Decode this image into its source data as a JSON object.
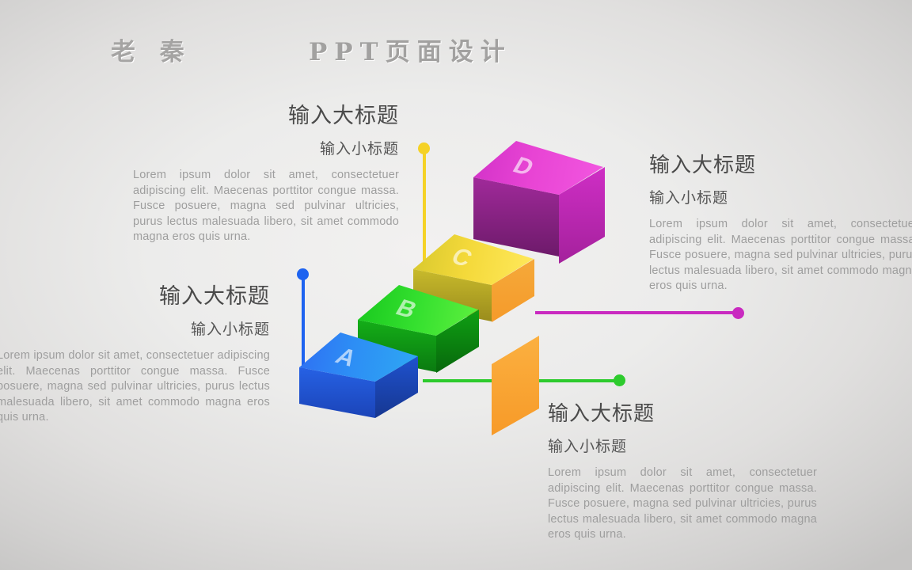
{
  "header": {
    "logo": "老 秦",
    "title": "PPT页面设计"
  },
  "lorem": "Lorem ipsum dolor sit amet, consectetuer adipiscing elit. Maecenas porttitor congue massa. Fusce posuere, magna sed pulvinar ultricies, purus lectus malesuada libero, sit amet commodo magna eros quis urna.",
  "blocks": [
    {
      "id": "top-left",
      "big": "输入大标题",
      "small": "输入小标题",
      "body": "Lorem ipsum dolor sit amet, consectetuer adipiscing elit. Maecenas porttitor congue massa. Fusce posuere, magna sed pulvinar ultricies, purus lectus malesuada libero, sit amet commodo magna eros quis urna."
    },
    {
      "id": "mid-left",
      "big": "输入大标题",
      "small": "输入小标题",
      "body": "Lorem ipsum dolor sit amet, consectetuer adipiscing elit. Maecenas porttitor congue massa. Fusce posuere, magna sed pulvinar ultricies, purus lectus malesuada libero, sit amet commodo magna eros quis urna."
    },
    {
      "id": "right",
      "big": "输入大标题",
      "small": "输入小标题",
      "body": "Lorem ipsum dolor sit amet, consectetuer adipiscing elit. Maecenas porttitor congue massa. Fusce posuere, magna sed pulvinar ultricies, purus lectus malesuada libero, sit amet commodo magna eros quis urna."
    },
    {
      "id": "bottom",
      "big": "输入大标题",
      "small": "输入小标题",
      "body": "Lorem ipsum dolor sit amet, consectetuer adipiscing elit. Maecenas porttitor congue massa. Fusce posuere, magna sed pulvinar ultricies, purus lectus malesuada libero, sit amet commodo magna eros quis urna."
    }
  ],
  "cubes": [
    {
      "label": "A",
      "color": "#2f6ff2"
    },
    {
      "label": "B",
      "color": "#35e02f"
    },
    {
      "label": "C",
      "color": "#f4d93a"
    },
    {
      "label": "D",
      "color": "#e844d4"
    }
  ],
  "connectors": [
    {
      "name": "yellow",
      "color": "#f5d226"
    },
    {
      "name": "blue",
      "color": "#1e63f0"
    },
    {
      "name": "magenta",
      "color": "#c92ac0"
    },
    {
      "name": "green",
      "color": "#2dcb2d"
    }
  ]
}
